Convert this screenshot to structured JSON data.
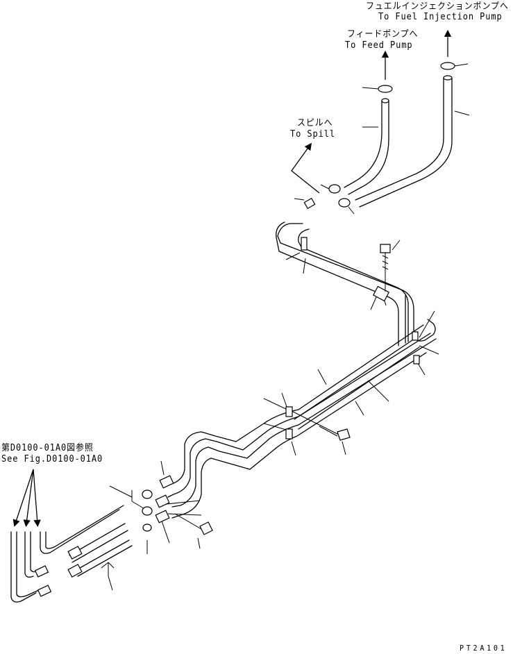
{
  "labels": {
    "fuel_pump_jp": "フュエルインジェクションポンプへ",
    "fuel_pump_en": "To Fuel Injection Pump",
    "feed_pump_jp": "フィードポンプへ",
    "feed_pump_en": "To Feed Pump",
    "spill_jp": "スピルへ",
    "spill_en": "To Spill",
    "ref_jp": "第D0100-01A0図参照",
    "ref_en": "See Fig.D0100-01A0",
    "drawing_code": "PT2A101"
  }
}
